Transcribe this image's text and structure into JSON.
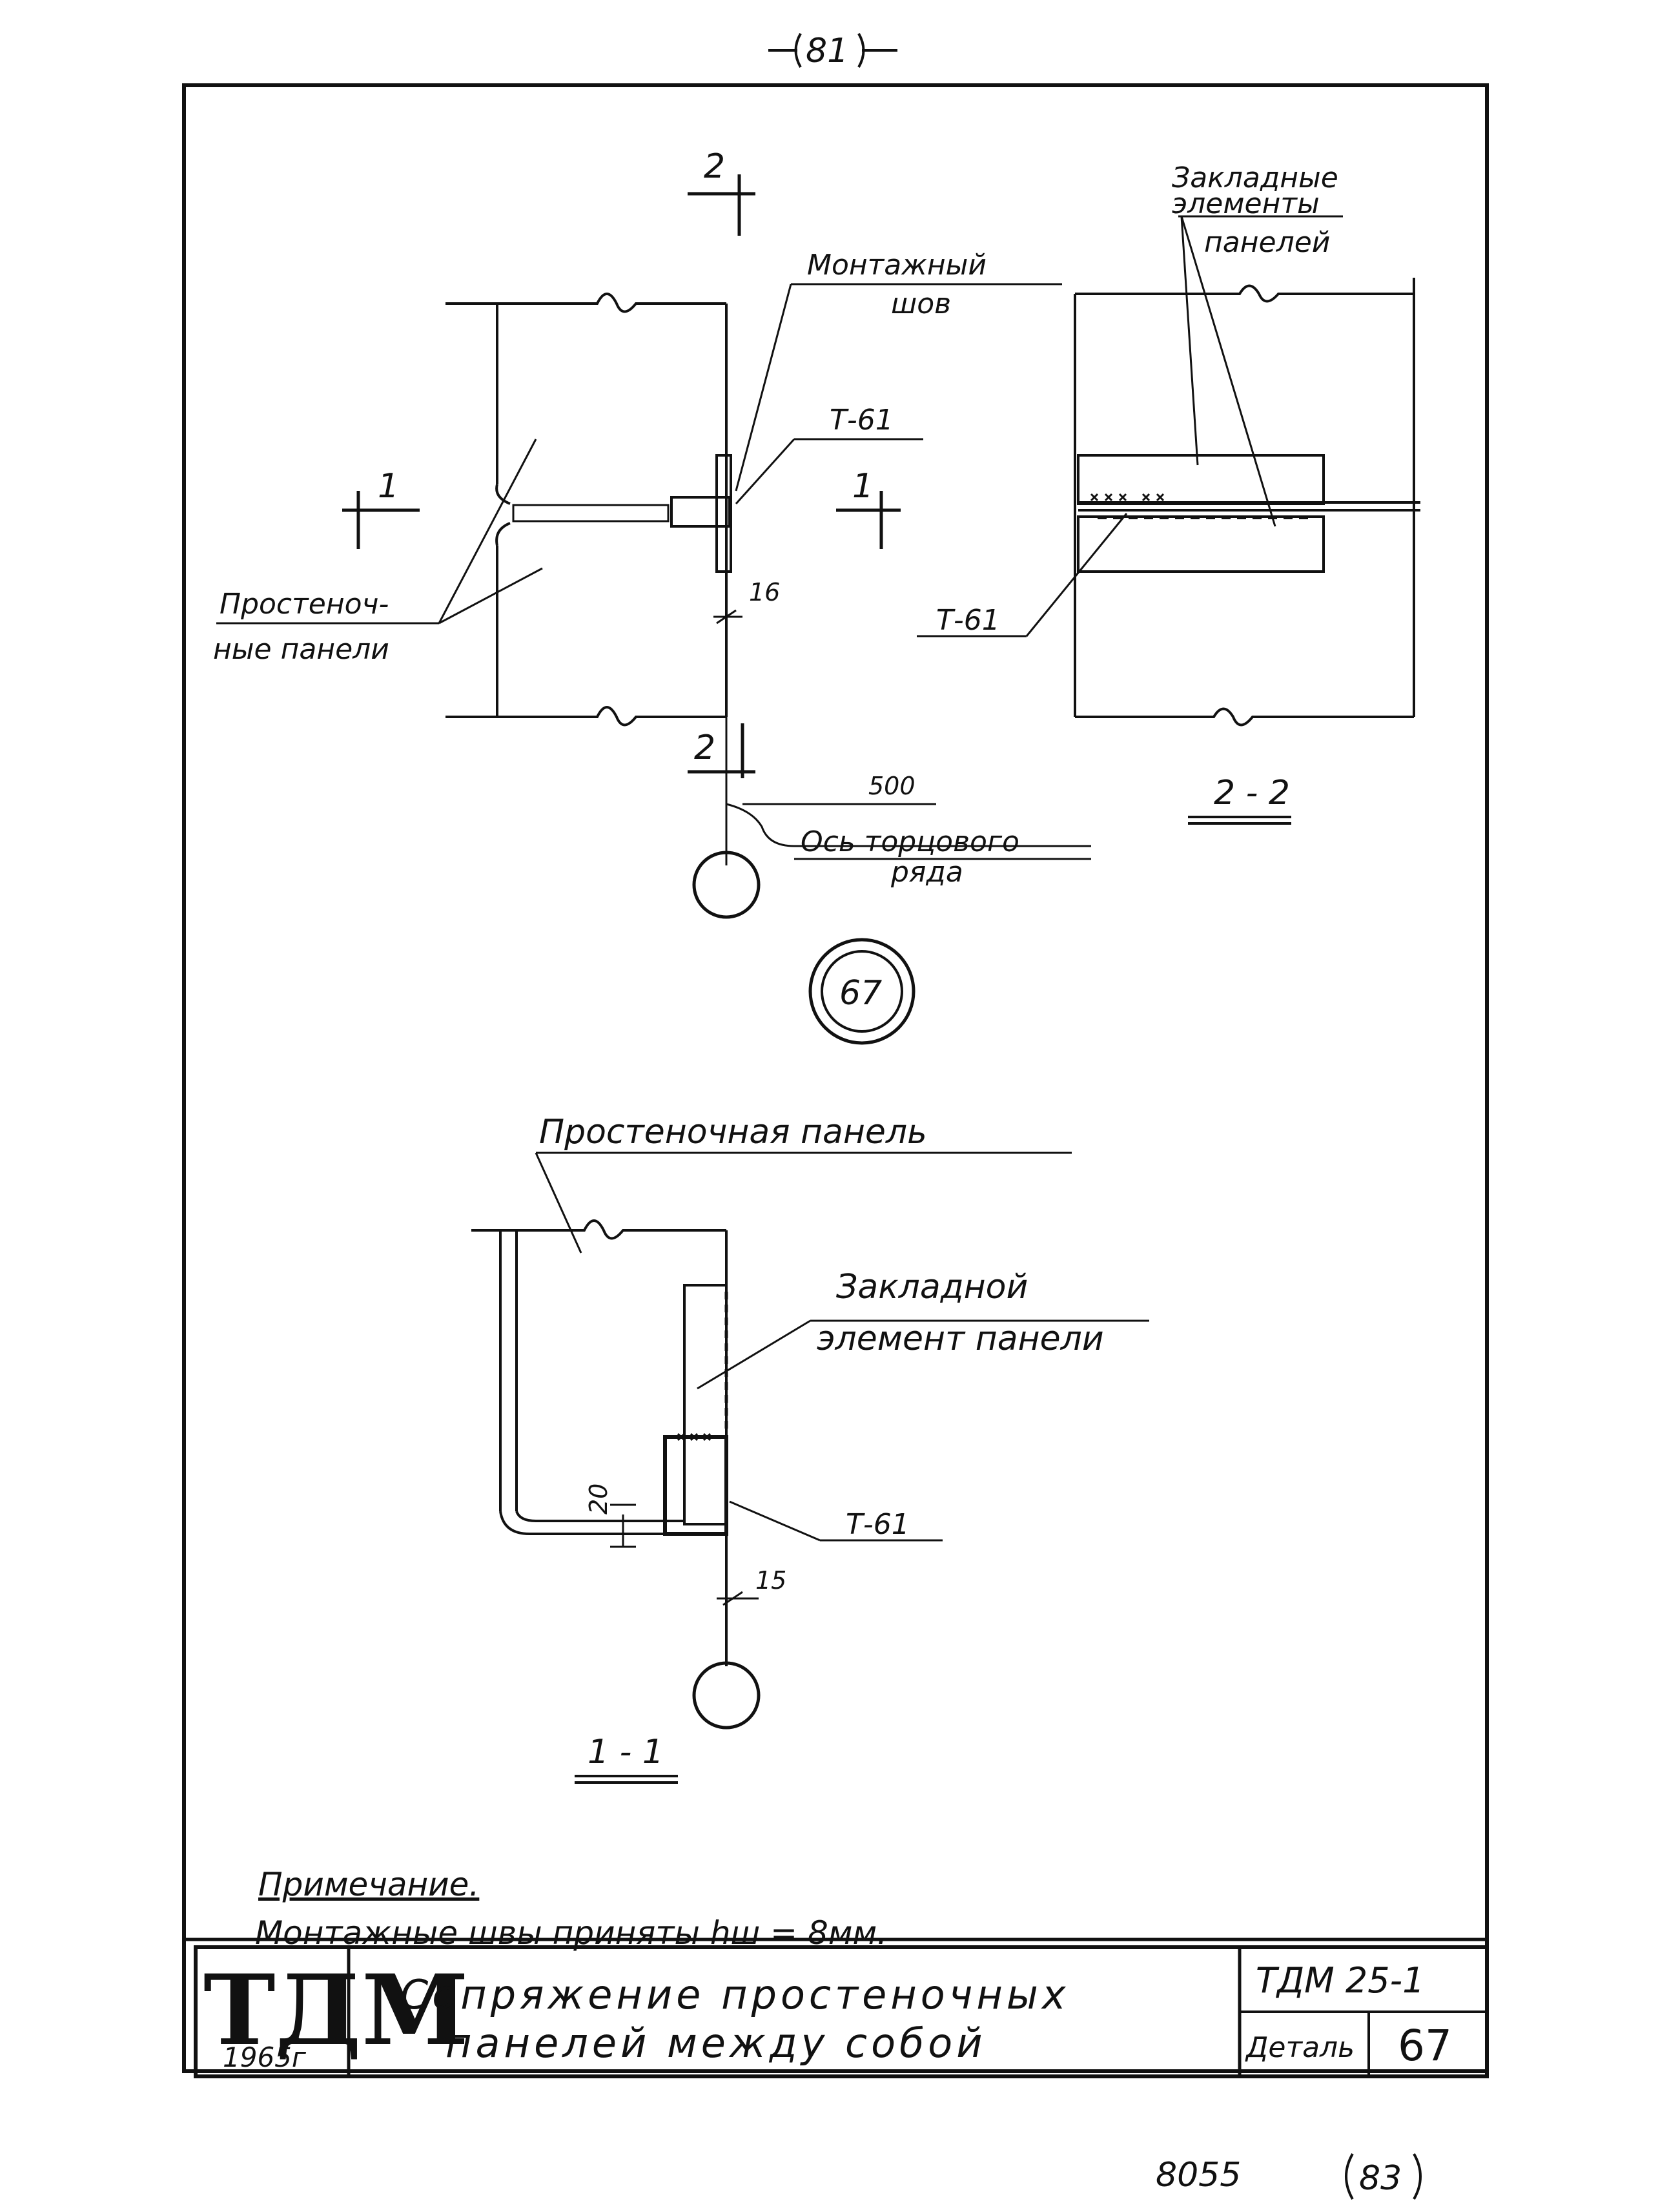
{
  "page": {
    "sheet_number_top": "81",
    "archive_number": "8055",
    "page_number_bottom": "83"
  },
  "plan": {
    "label_welding_seam_1": "Монтажный",
    "label_welding_seam_2": "шов",
    "label_embedded_1": "Закладные",
    "label_embedded_2": "элементы",
    "label_embedded_3": "панелей",
    "label_t61_plan": "Т-61",
    "label_t61_section": "Т-61",
    "label_pier_panels_1": "Простеноч-",
    "label_pier_panels_2": "ные панели",
    "section_mark_1_left": "1",
    "section_mark_1_right": "1",
    "section_mark_2_top": "2",
    "section_mark_2_bottom": "2",
    "dim_16": "16",
    "dim_500": "500",
    "axis_label_1": "Ось торцового",
    "axis_label_2": "ряда",
    "section_22_caption": "2 - 2",
    "detail_number": "67"
  },
  "section11": {
    "label_pier_panel": "Простеночная панель",
    "label_embedded_1": "Закладной",
    "label_embedded_2": "элемент панели",
    "label_t61": "Т-61",
    "dim_20": "20",
    "dim_15": "15",
    "caption": "1 - 1"
  },
  "note": {
    "heading": "Примечание.",
    "text": "Монтажные швы приняты hш = 8мм."
  },
  "stamp": {
    "logo": "ТДМ",
    "year": "1965г",
    "title_line1": "Сопряжение простеночных",
    "title_line2": "панелей между собой",
    "series": "ТДМ 25-1",
    "detail_label": "Деталь",
    "detail_value": "67"
  }
}
